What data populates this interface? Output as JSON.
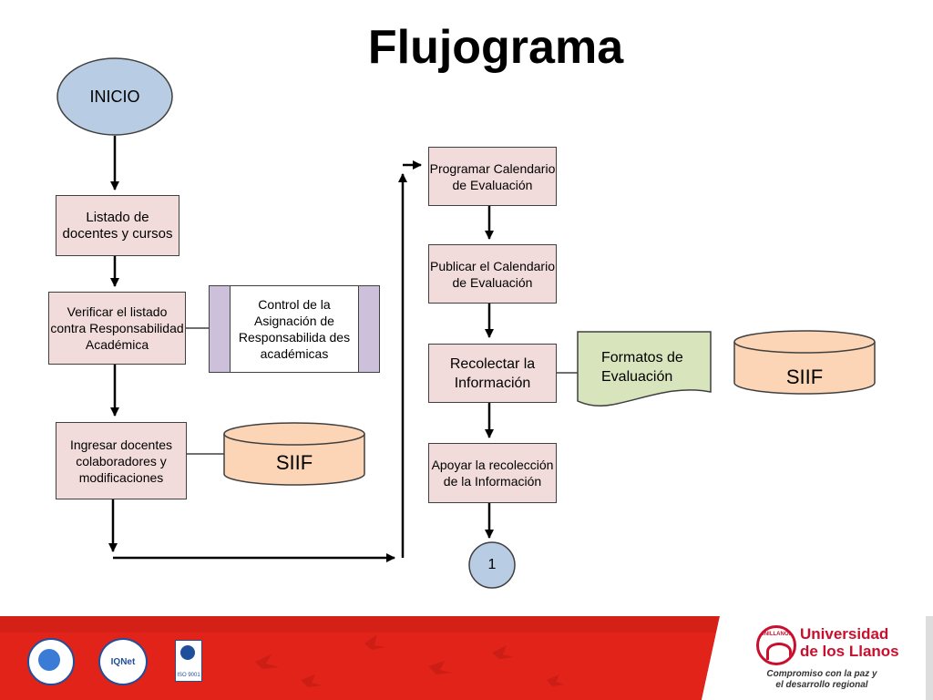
{
  "title": "Flujograma",
  "start": {
    "label": "INICIO"
  },
  "steps": {
    "listado": "Listado de docentes y cursos",
    "verificar": "Verificar el listado contra Responsabilidad Académica",
    "ingresar": "Ingresar docentes colaboradores y modificaciones",
    "programar": "Programar Calendario de Evaluación",
    "publicar": "Publicar el Calendario de Evaluación",
    "recolectar": "Recolectar la Información",
    "apoyar": "Apoyar la recolección de la Información"
  },
  "predefined": {
    "control": "Control de la Asignación de Responsabilida des académicas"
  },
  "databases": {
    "siif_left": "SIIF",
    "siif_right": "SIIF"
  },
  "document": {
    "formatos": "Formatos de Evaluación"
  },
  "connector": {
    "label": "1"
  },
  "footer": {
    "brand_line1": "Universidad",
    "brand_line2": "de los Llanos",
    "tagline1": "Compromiso con la paz y",
    "tagline2": "el desarrollo regional",
    "badge_icnet": "IQNet",
    "badge_iso": "ISO 9001",
    "seal_text": "UNILLANOS",
    "colors": {
      "red": "#e2231a",
      "dark_red": "#b31b14",
      "flow_box": "#f2dcdb",
      "start": "#b8cce4",
      "db": "#fbd5b5",
      "doc": "#d8e4bc",
      "predef": "#ccc0da",
      "brand_text": "#c8102e"
    }
  }
}
